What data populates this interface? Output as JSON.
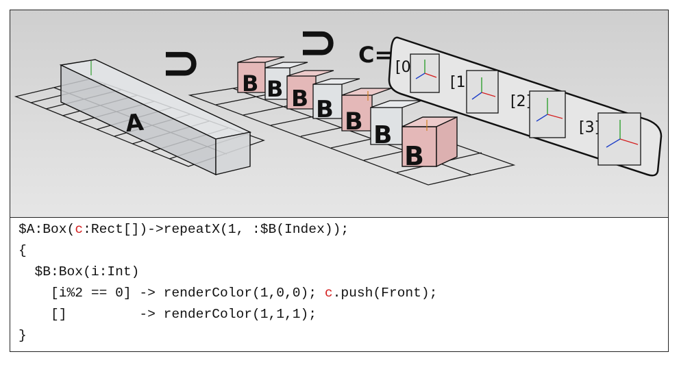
{
  "scene": {
    "label_a": "A",
    "label_b": "B",
    "label_c": "C=",
    "implies_symbol": "⊃",
    "c_indices": [
      "[0]",
      "[1]",
      "[2]",
      "[3]"
    ],
    "colors": {
      "background": "#d9d9d9",
      "box_red_tint": "#e8b8b8",
      "box_white_tint": "#dfe3e6",
      "axis_x": "#d42020",
      "axis_y": "#30a030",
      "axis_z": "#2040c8"
    }
  },
  "code": {
    "lines": [
      [
        "$A:Box(",
        "c",
        ":Rect[])->repeatX(1, :$B(Index));"
      ],
      [
        "{"
      ],
      [
        "  $B:Box(i:Int)"
      ],
      [
        "    [i%2 == 0] -> renderColor(1,0,0); ",
        "c",
        ".push(Front);"
      ],
      [
        "    []         -> renderColor(1,1,1);"
      ],
      [
        "}"
      ]
    ]
  }
}
